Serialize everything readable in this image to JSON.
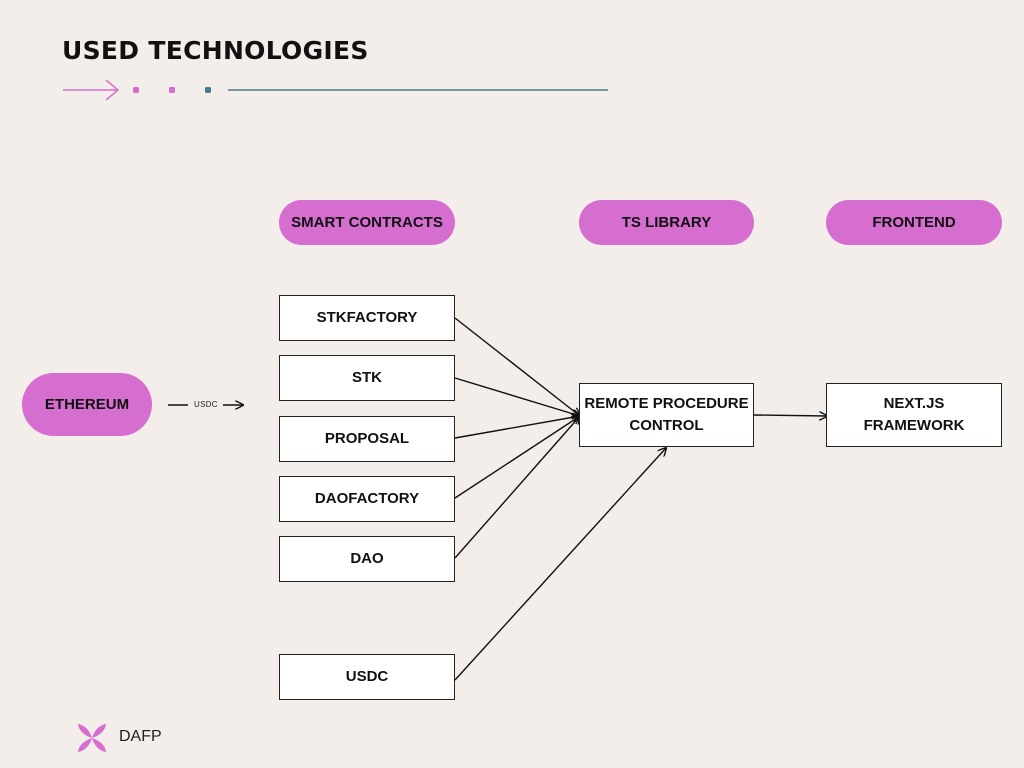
{
  "title": "USED TECHNOLOGIES",
  "columns": {
    "smart_contracts": "SMART CONTRACTS",
    "ts_library": "TS LIBRARY",
    "frontend": "FRONTEND"
  },
  "source": {
    "label": "ETHEREUM",
    "edge_label": "USDC"
  },
  "contracts": [
    "STKFACTORY",
    "STK",
    "PROPOSAL",
    "DAOFACTORY",
    "DAO",
    "USDC"
  ],
  "rpc": {
    "line1": "REMOTE PROCEDURE",
    "line2": "CONTROL"
  },
  "frontend_box": {
    "line1": "NEXT.JS",
    "line2": "FRAMEWORK"
  },
  "brand": "DAFP",
  "colors": {
    "accent_pink": "#d66ed0",
    "background": "#f4eeeb",
    "line_teal": "#4a7a8c"
  },
  "icons": {
    "logo": "flower-logo-icon",
    "arrow": "long-arrow-right-icon"
  }
}
